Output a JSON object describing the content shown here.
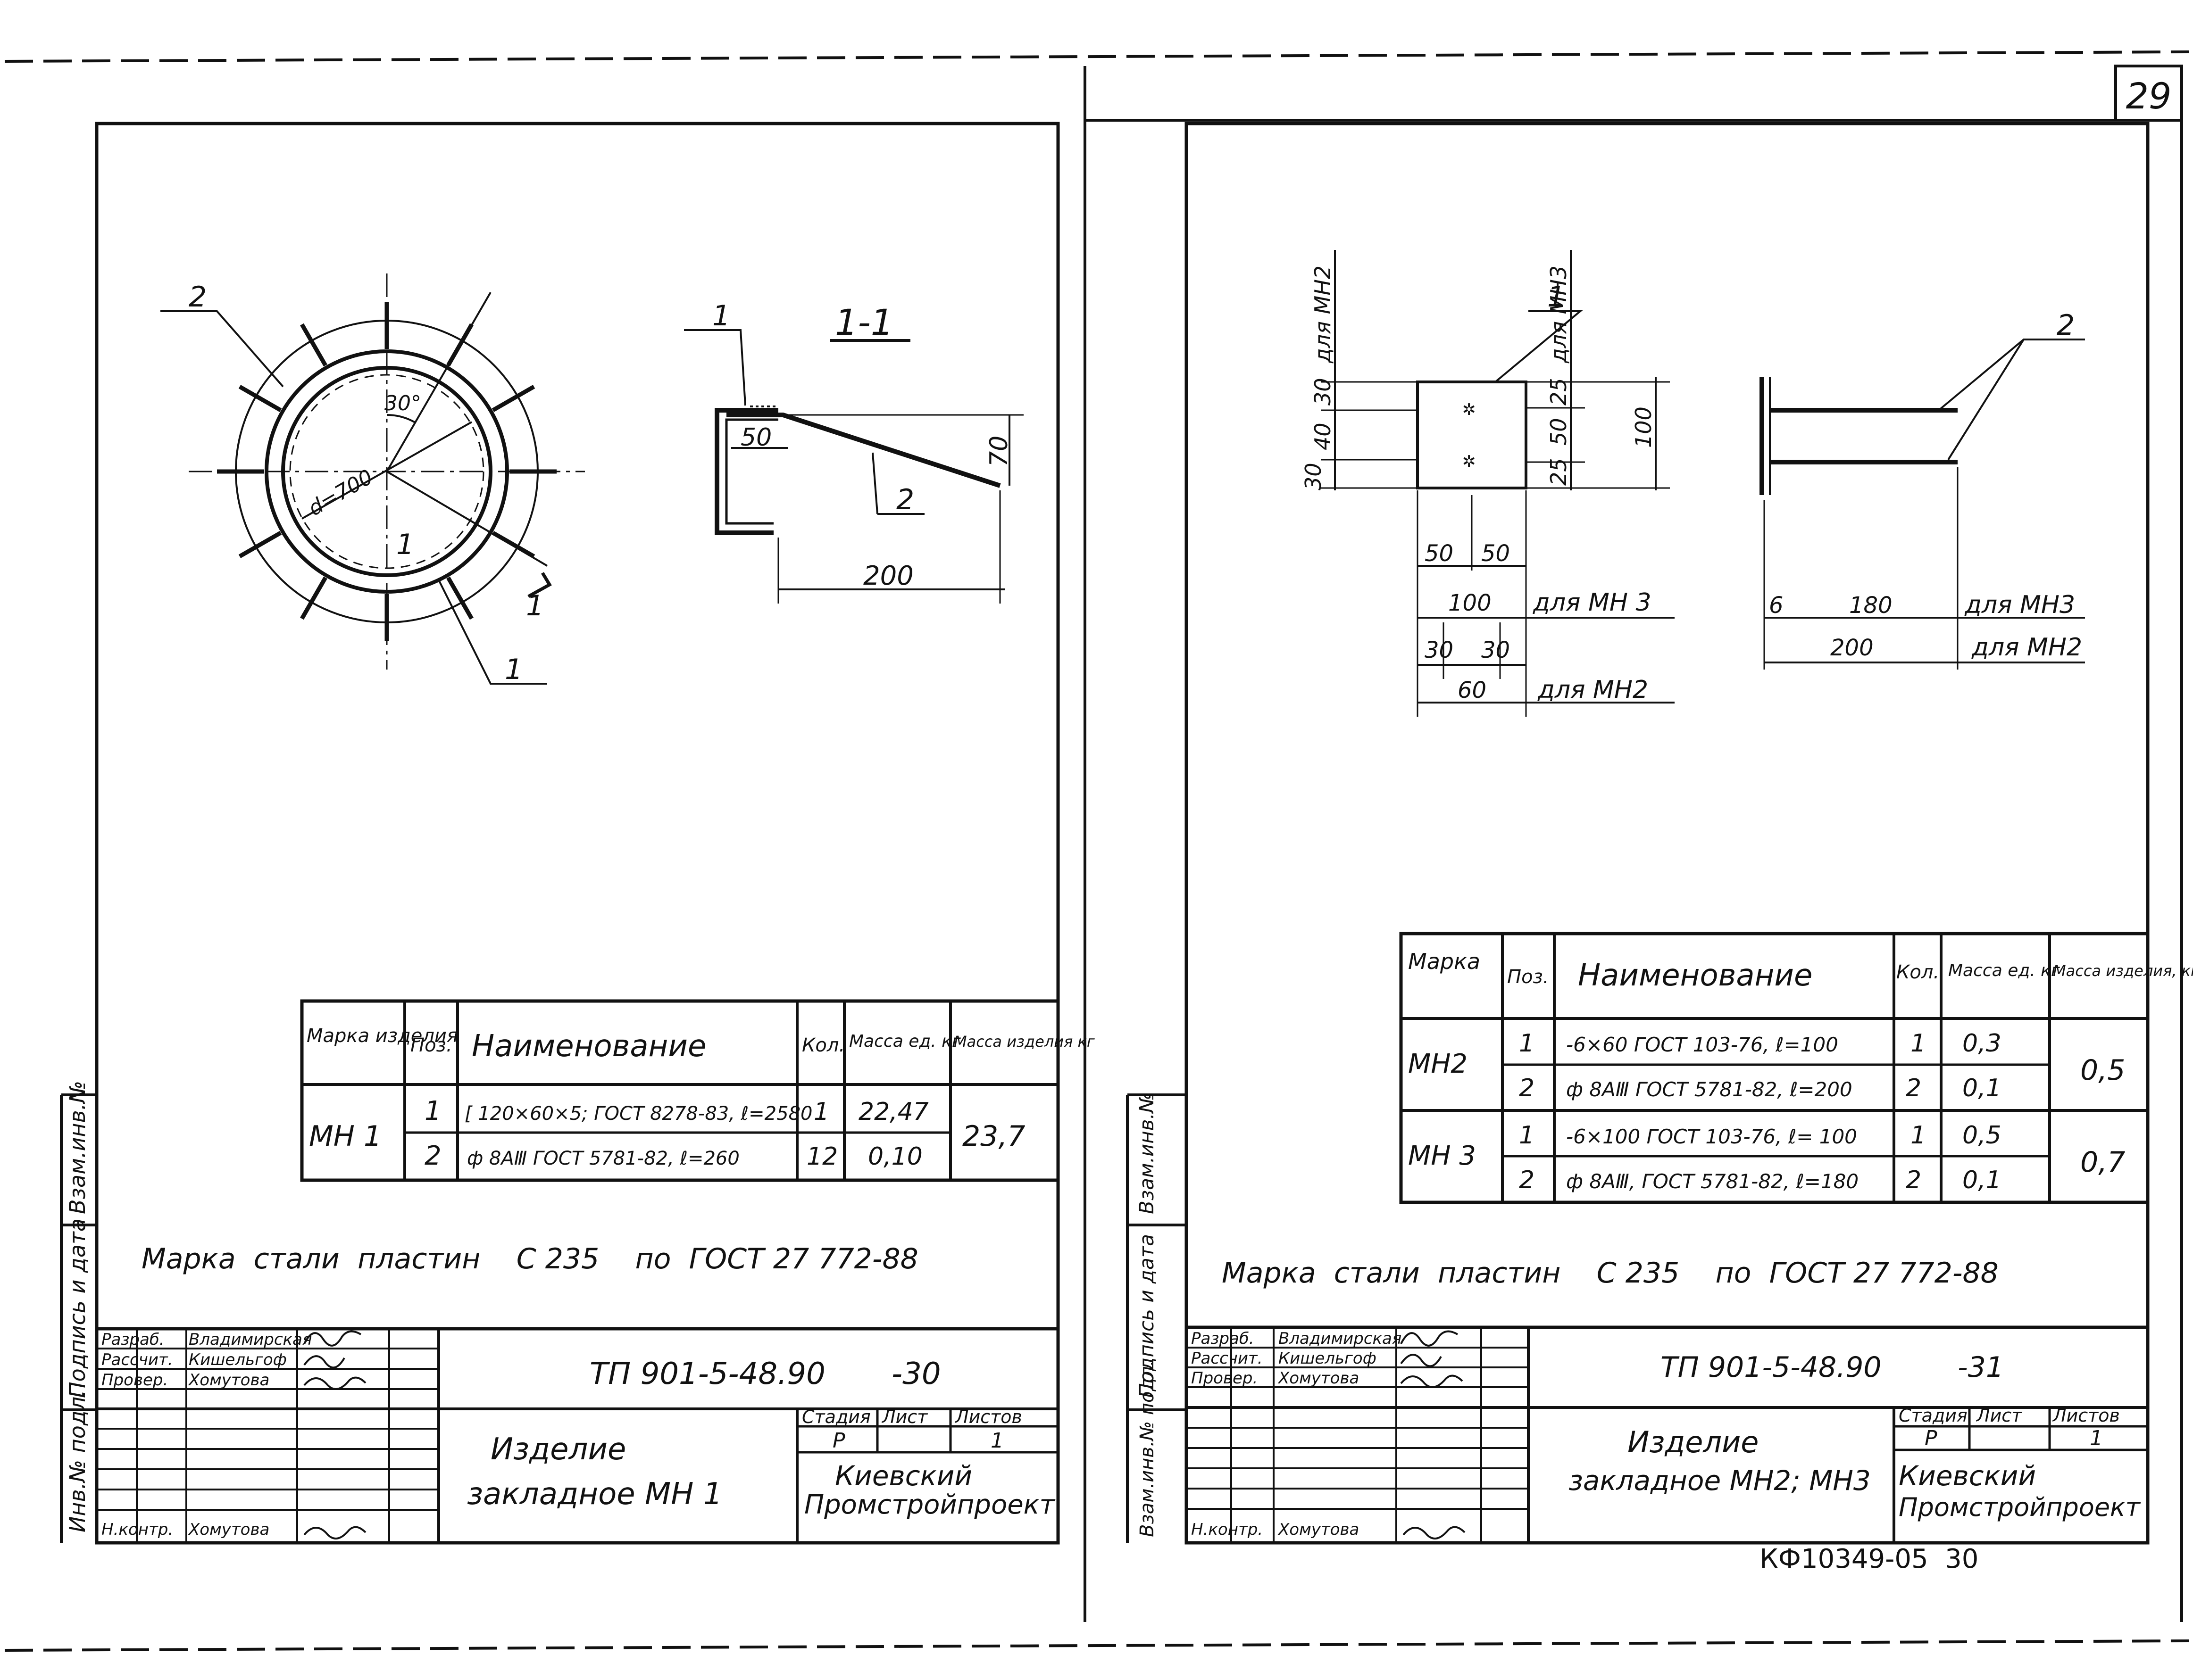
{
  "page_number": "29",
  "bottom_code": "КФ10349-05  30",
  "left": {
    "section_label": "1-1",
    "callouts": {
      "pos2": "2",
      "pos1": "1",
      "sec_pos1": "1",
      "sec_pos2": "2",
      "cut_mark": "1"
    },
    "dims": {
      "angle": "30°",
      "diameter": "d=700",
      "len50": "50",
      "height70": "70",
      "len200": "200"
    },
    "spec": {
      "headers": [
        "Марка изделия",
        "Поз.",
        "Наименование",
        "Кол.",
        "Масса ед. кг",
        "Масса изделия кг"
      ],
      "mark": "МН 1",
      "total_mass": "23,7",
      "rows": [
        {
          "pos": "1",
          "name": "[ 120×60×5; ГОСТ 8278-83, ℓ=2580",
          "qty": "1",
          "mass": "22,47"
        },
        {
          "pos": "2",
          "name": "ф 8АⅢ ГОСТ 5781-82, ℓ=260",
          "qty": "12",
          "mass": "0,10"
        }
      ]
    },
    "steel_note": "Марка  стали  пластин    С 235    по  ГОСТ 27 772-88",
    "title_block": {
      "doc_code": "ТП 901-5-48.90",
      "sheet_code": "-30",
      "roles": [
        "Разраб.",
        "Рассчит.",
        "Провер.",
        "Н.контр."
      ],
      "names": [
        "Владимирская",
        "Кишельгоф",
        "Хомутова",
        "Хомутова"
      ],
      "title_line1": "Изделие",
      "title_line2": "закладное  МН 1",
      "stage_label": "Стадия",
      "sheet_label": "Лист",
      "sheets_label": "Листов",
      "stage": "Р",
      "sheets": "1",
      "org_line1": "Киевский",
      "org_line2": "Промстройпроект"
    },
    "margin_stamps": [
      "Инв.№ подл.",
      "Подпись и дата",
      "Взам.инв.№"
    ]
  },
  "right": {
    "callouts": {
      "pos1": "1",
      "pos2": "2"
    },
    "vert_dims": {
      "mh2_note": "для МН2",
      "mh3_note": "для МН3",
      "d30a": "30",
      "d40": "40",
      "d30b": "30",
      "d25a": "25",
      "d50": "50",
      "d25b": "25",
      "d100": "100"
    },
    "horiz_dims": {
      "d50a": "50",
      "d50b": "50",
      "d100": "100",
      "note_mh3": "для МН 3",
      "d30a": "30",
      "d30b": "30",
      "d60": "60",
      "note_mh2": "для МН2",
      "d6": "6",
      "d180": "180",
      "note2_mh3": "для МН3",
      "d200": "200",
      "note2_mh2": "для МН2"
    },
    "spec": {
      "headers": [
        "Марка",
        "Поз.",
        "Наименование",
        "Кол.",
        "Масса ед. кг",
        "Масса изделия, кг"
      ],
      "groups": [
        {
          "mark": "МН2",
          "total": "0,5",
          "rows": [
            {
              "pos": "1",
              "name": "-6×60  ГОСТ 103-76, ℓ=100",
              "qty": "1",
              "mass": "0,3"
            },
            {
              "pos": "2",
              "name": "ф 8АⅢ  ГОСТ 5781-82, ℓ=200",
              "qty": "2",
              "mass": "0,1"
            }
          ]
        },
        {
          "mark": "МН 3",
          "total": "0,7",
          "rows": [
            {
              "pos": "1",
              "name": "-6×100  ГОСТ 103-76, ℓ= 100",
              "qty": "1",
              "mass": "0,5"
            },
            {
              "pos": "2",
              "name": "ф 8АⅢ, ГОСТ 5781-82, ℓ=180",
              "qty": "2",
              "mass": "0,1"
            }
          ]
        }
      ]
    },
    "steel_note": "Марка  стали  пластин    С 235    по  ГОСТ 27 772-88",
    "title_block": {
      "doc_code": "ТП 901-5-48.90",
      "sheet_code": "-31",
      "roles": [
        "Разраб.",
        "Рассчит.",
        "Провер.",
        "Н.контр."
      ],
      "names": [
        "Владимирская",
        "Кишельгоф",
        "Хомутова",
        "Хомутова"
      ],
      "title_line1": "Изделие",
      "title_line2": "закладное  МН2; МН3",
      "stage_label": "Стадия",
      "sheet_label": "Лист",
      "sheets_label": "Листов",
      "stage": "Р",
      "sheets": "1",
      "org_line1": "Киевский",
      "org_line2": "Промстройпроект"
    },
    "margin_stamps": [
      "Взам.инв.№ подл.",
      "Подпись и дата",
      "Взам.инв.№"
    ]
  }
}
